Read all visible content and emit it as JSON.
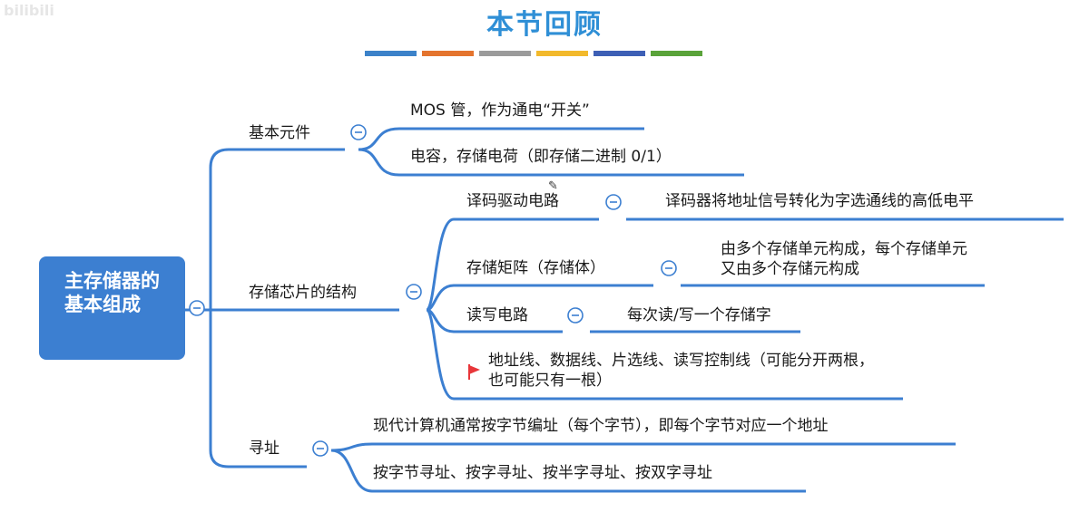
{
  "header": {
    "title": "本节回顾",
    "watermark": "bilibili"
  },
  "colors": {
    "accent": "#2f8fd6",
    "node": "#3c7fd1",
    "line": "#3c7fd1",
    "stripes": [
      "#3c82c9",
      "#e4742e",
      "#9b9b9b",
      "#f2b92c",
      "#3d5fb5",
      "#5aa33a"
    ],
    "flag": "#e8363a"
  },
  "root": {
    "label": "主存储器的基本组成"
  },
  "branches": {
    "basic": {
      "label": "基本元件",
      "items": [
        "MOS 管，作为通电“开关”",
        "电容，存储电荷（即存储二进制 0/1）"
      ]
    },
    "structure": {
      "label": "存储芯片的结构",
      "decoder": {
        "label": "译码驱动电路",
        "detail": "译码器将地址信号转化为字选通线的高低电平"
      },
      "matrix": {
        "label": "存储矩阵（存储体）",
        "detail": "由多个存储单元构成，每个存储单元又由多个存储元构成"
      },
      "rw": {
        "label": "读写电路",
        "detail": "每次读/写一个存储字"
      },
      "note": "地址线、数据线、片选线、读写控制线（可能分开两根，也可能只有一根）"
    },
    "addressing": {
      "label": "寻址",
      "items": [
        "现代计算机通常按字节编址（每个字节），即每个字节对应一个地址",
        "按字节寻址、按字寻址、按半字寻址、按双字寻址"
      ]
    }
  }
}
